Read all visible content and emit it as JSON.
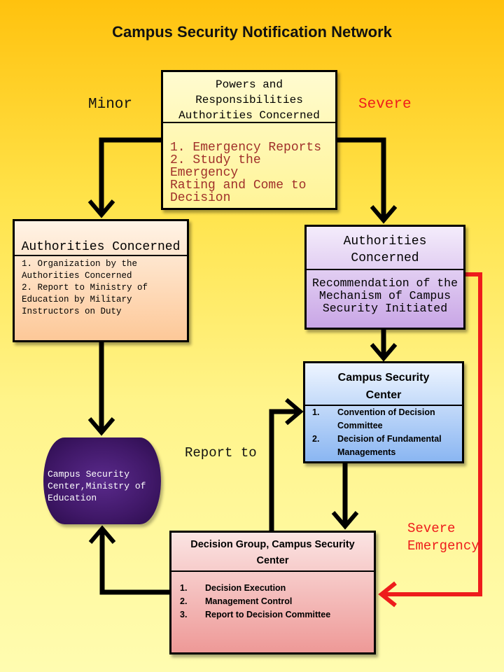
{
  "title": "Campus Security Notification Network",
  "labels": {
    "minor": "Minor",
    "severe": "Severe",
    "report_to": "Report to",
    "severe_emergency_line1": "Severe",
    "severe_emergency_line2": "Emergency"
  },
  "powers_box": {
    "heading_lines": [
      "Powers and",
      "Responsibilities",
      "Authorities Concerned"
    ],
    "items": [
      "1. Emergency Reports",
      "2. Study the Emergency",
      "Rating and Come to",
      "Decision"
    ]
  },
  "minor_box": {
    "heading": "Authorities Concerned",
    "items": [
      "1. Organization by the",
      "Authorities Concerned",
      "2. Report to Ministry of",
      "Education by Military",
      "Instructors on Duty"
    ]
  },
  "severe_box": {
    "heading_lines": [
      "Authorities",
      "Concerned"
    ],
    "body_lines": [
      "Recommendation of the",
      "Mechanism of Campus",
      "Security Initiated"
    ]
  },
  "center_box": {
    "heading_lines": [
      "Campus Security",
      "Center"
    ],
    "items": [
      {
        "num": "1.",
        "text_lines": [
          "Convention of Decision",
          "Committee"
        ]
      },
      {
        "num": "2.",
        "text_lines": [
          "Decision of Fundamental",
          "Managements"
        ]
      }
    ]
  },
  "decision_box": {
    "heading_lines": [
      "Decision Group, Campus Security",
      "Center"
    ],
    "items": [
      {
        "num": "1.",
        "text": "Decision Execution"
      },
      {
        "num": "2.",
        "text": "Management Control"
      },
      {
        "num": "3.",
        "text": "Report to Decision Committee"
      }
    ]
  },
  "ministry_node": {
    "lines": [
      "Campus Security",
      "Center,Ministry of",
      "Education"
    ]
  },
  "colors": {
    "arrow_black": "#000000",
    "arrow_red": "#ee1c1c"
  }
}
